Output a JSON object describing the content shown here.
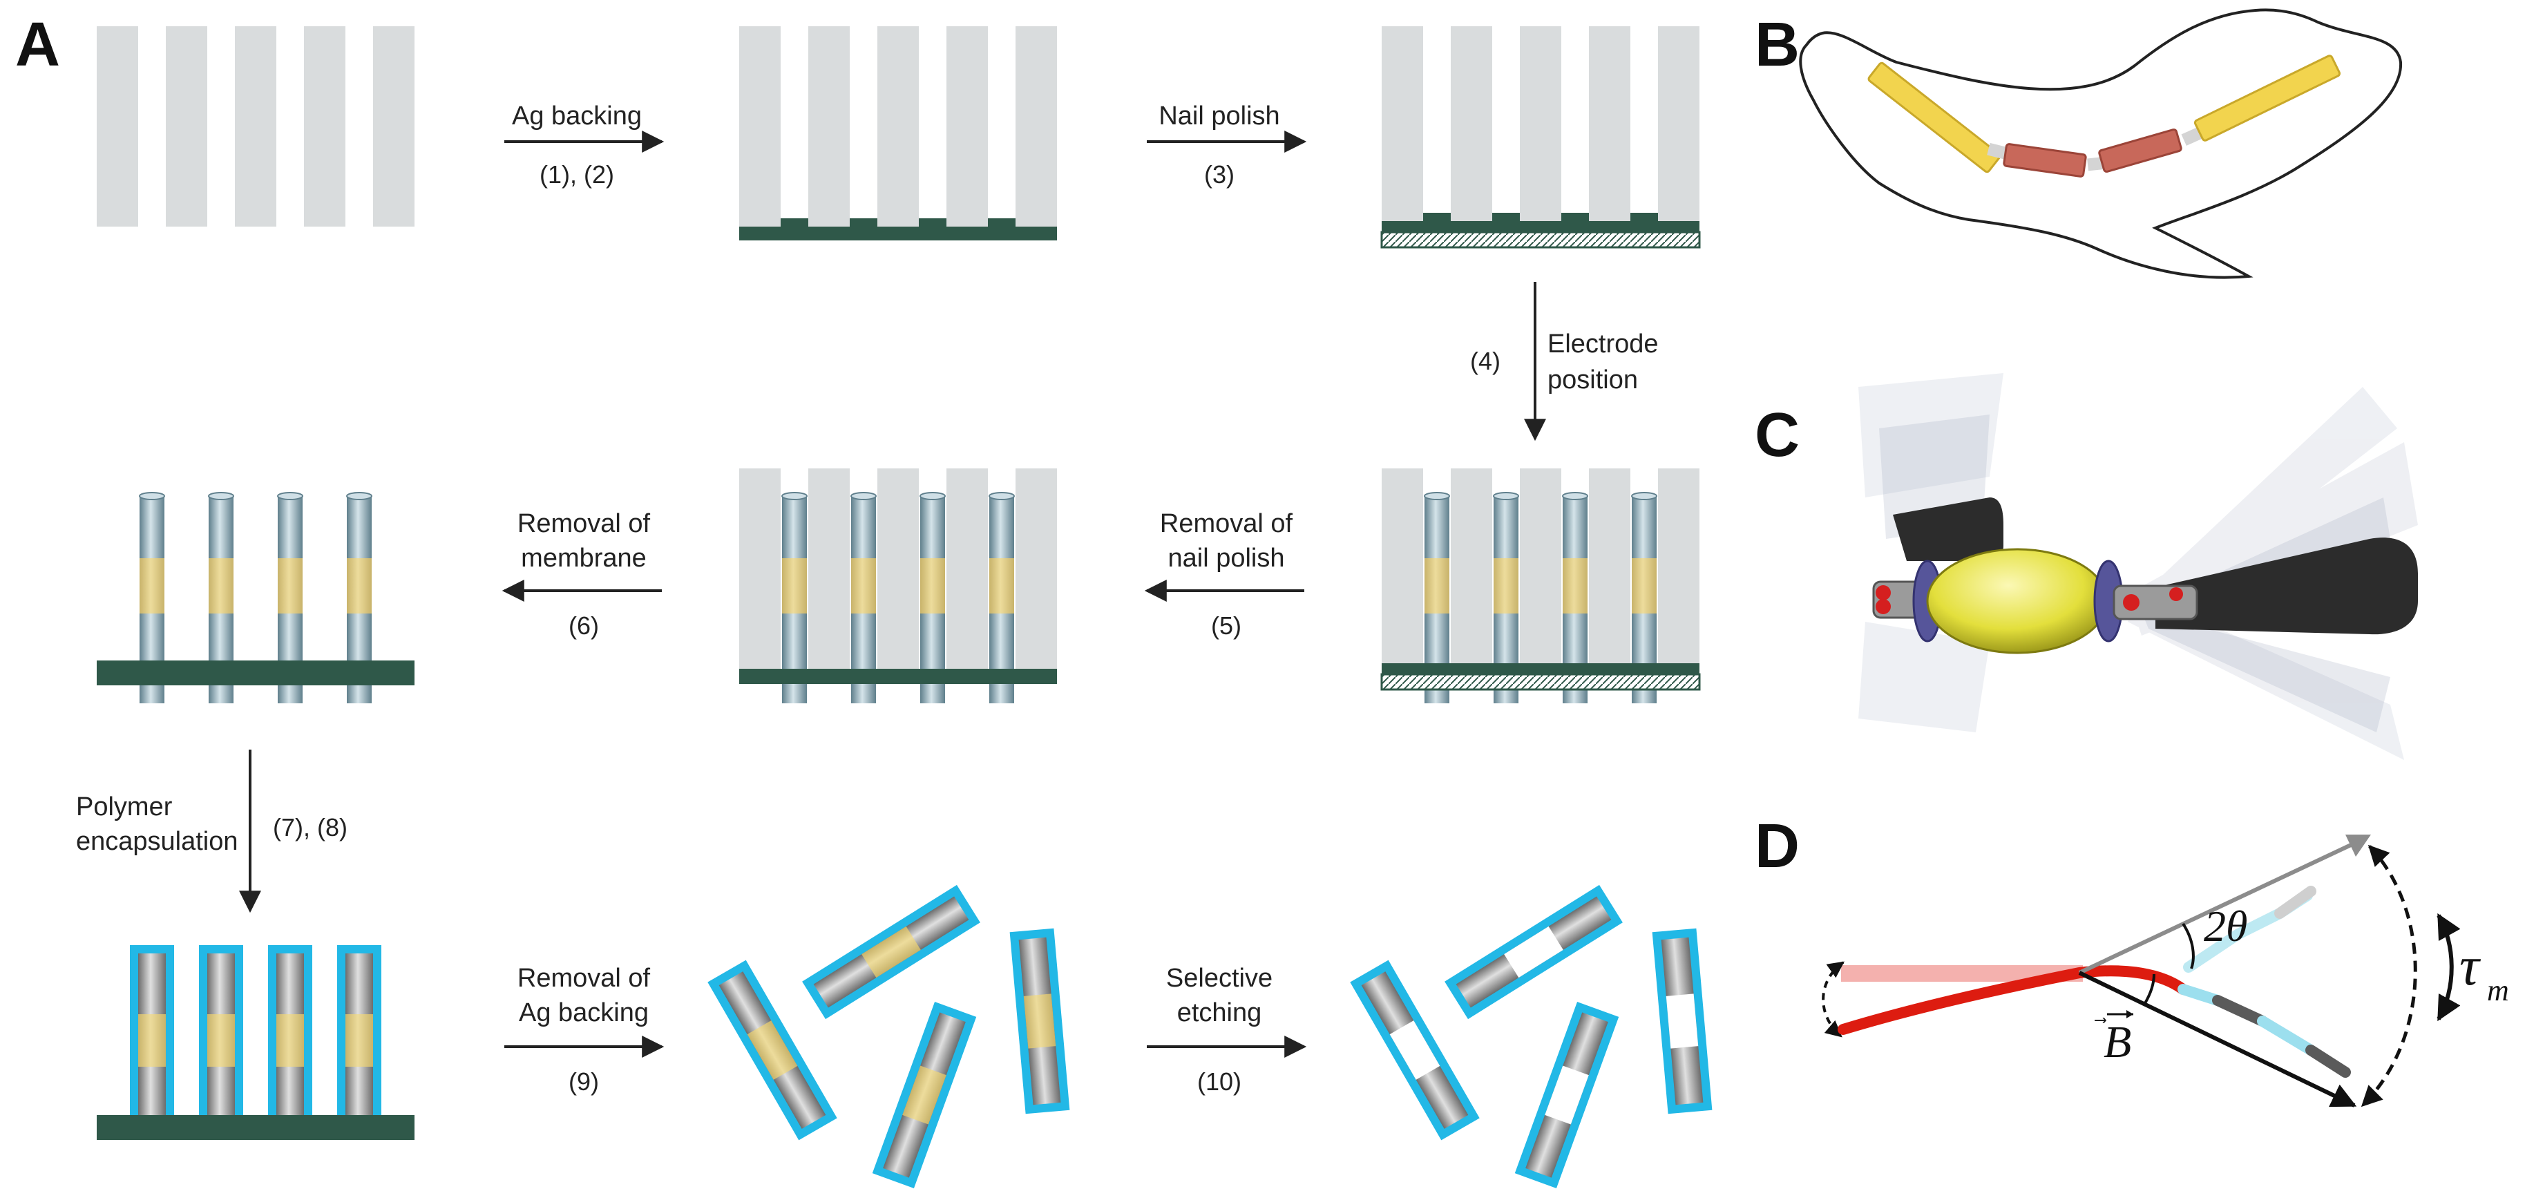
{
  "panels": {
    "a": "A",
    "b": "B",
    "c": "C",
    "d": "D"
  },
  "steps": {
    "s1": {
      "title": "Ag backing",
      "num": "(1), (2)"
    },
    "s3": {
      "title": "Nail polish",
      "num": "(3)"
    },
    "s4": {
      "num": "(4)",
      "line1": "Electrode",
      "line2": "position"
    },
    "s5": {
      "line1": "Removal of",
      "line2": "nail polish",
      "num": "(5)"
    },
    "s6": {
      "line1": "Removal of",
      "line2": "membrane",
      "num": "(6)"
    },
    "s7": {
      "line1": "Polymer",
      "line2": "encapsulation",
      "num": "(7), (8)"
    },
    "s9": {
      "line1": "Removal of",
      "line2": "Ag backing",
      "num": "(9)"
    },
    "s10": {
      "line1": "Selective",
      "line2": "etching",
      "num": "(10)"
    }
  },
  "panel_d": {
    "angle": "2θ",
    "field": "B",
    "torque": "τ",
    "torque_sub": "m"
  },
  "colors": {
    "membrane": "#d9dcdd",
    "ag_backing": "#2f5849",
    "gold_segment": "#d8c47e",
    "nickel_segment": "#7ea9b8",
    "polymer": "#22b8e6",
    "tail_red": "#dd1c10",
    "fish_gold": "#f2d44e",
    "fish_red": "#c8685a",
    "body_yellow": "#e3df3c",
    "joint_purple": "#56559a",
    "fin_black": "#2c2c2c"
  }
}
